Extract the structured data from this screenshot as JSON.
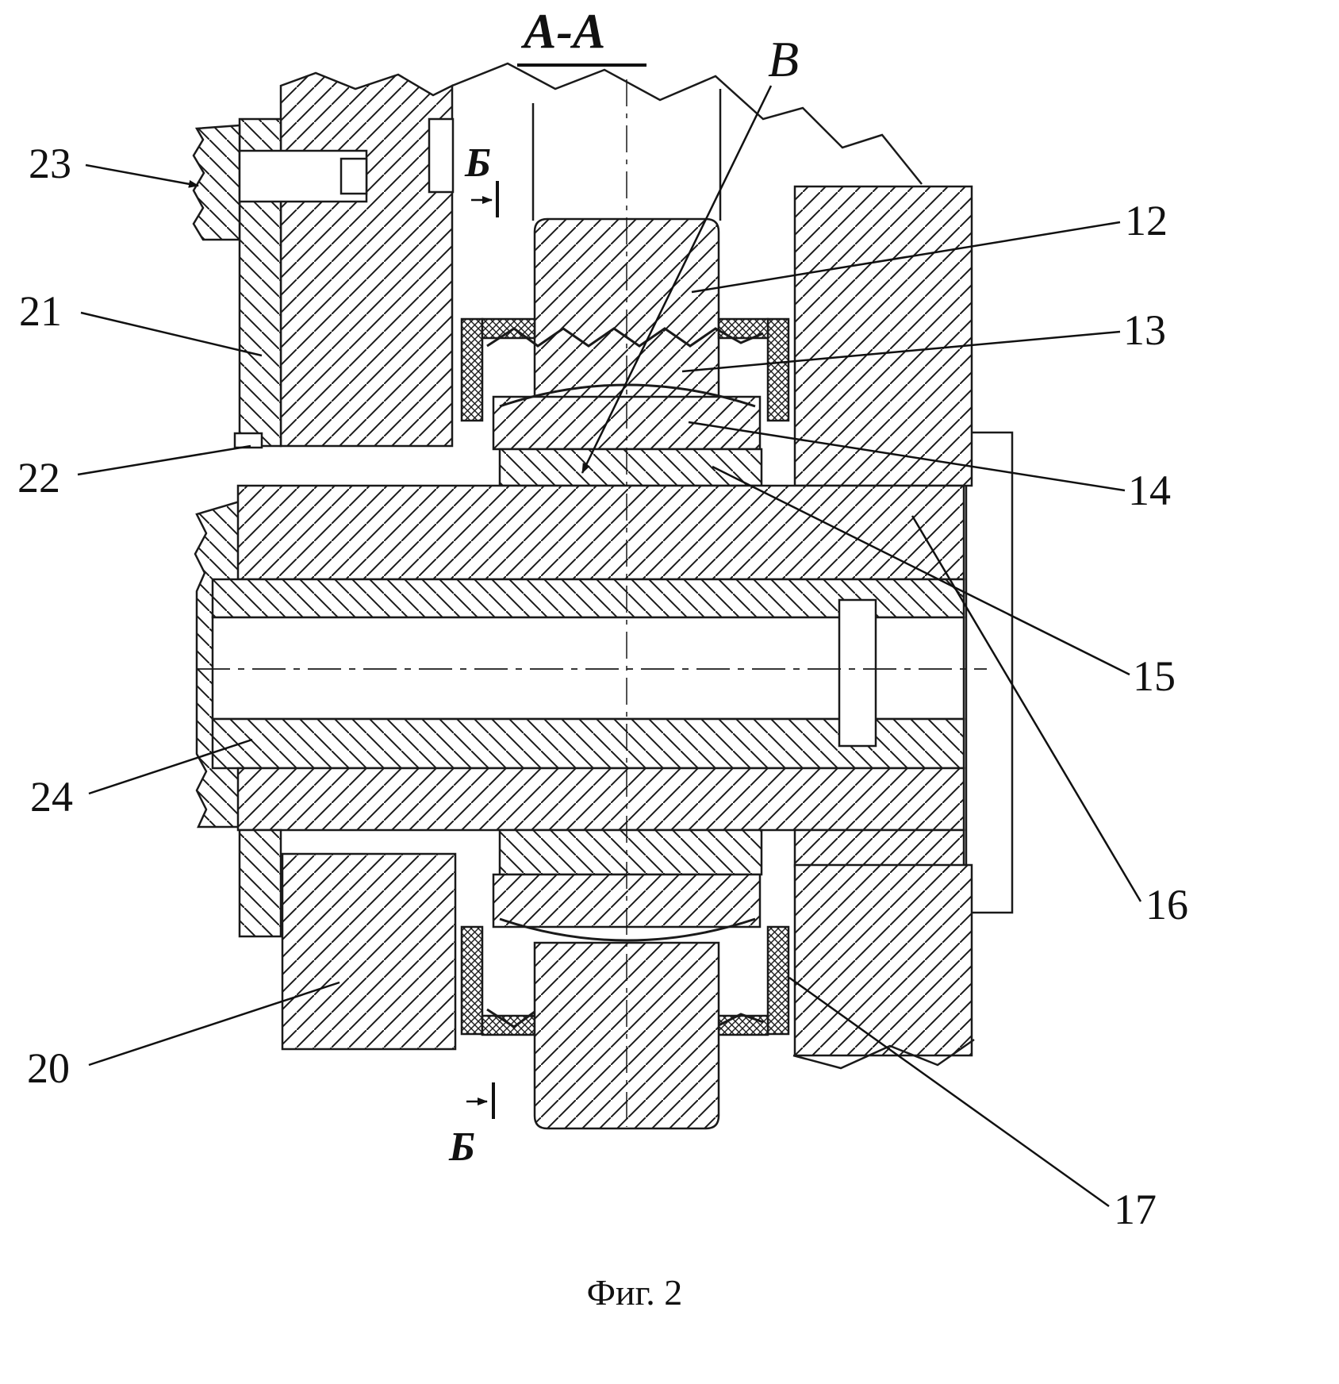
{
  "figure": {
    "section_title": "А-А",
    "caption": "Фиг. 2",
    "view_label": "В",
    "section_marker_top": "Б",
    "section_marker_bottom": "Б"
  },
  "labels": {
    "n12": "12",
    "n13": "13",
    "n14": "14",
    "n15": "15",
    "n16": "16",
    "n17": "17",
    "n20": "20",
    "n21": "21",
    "n22": "22",
    "n23": "23",
    "n24": "24"
  }
}
